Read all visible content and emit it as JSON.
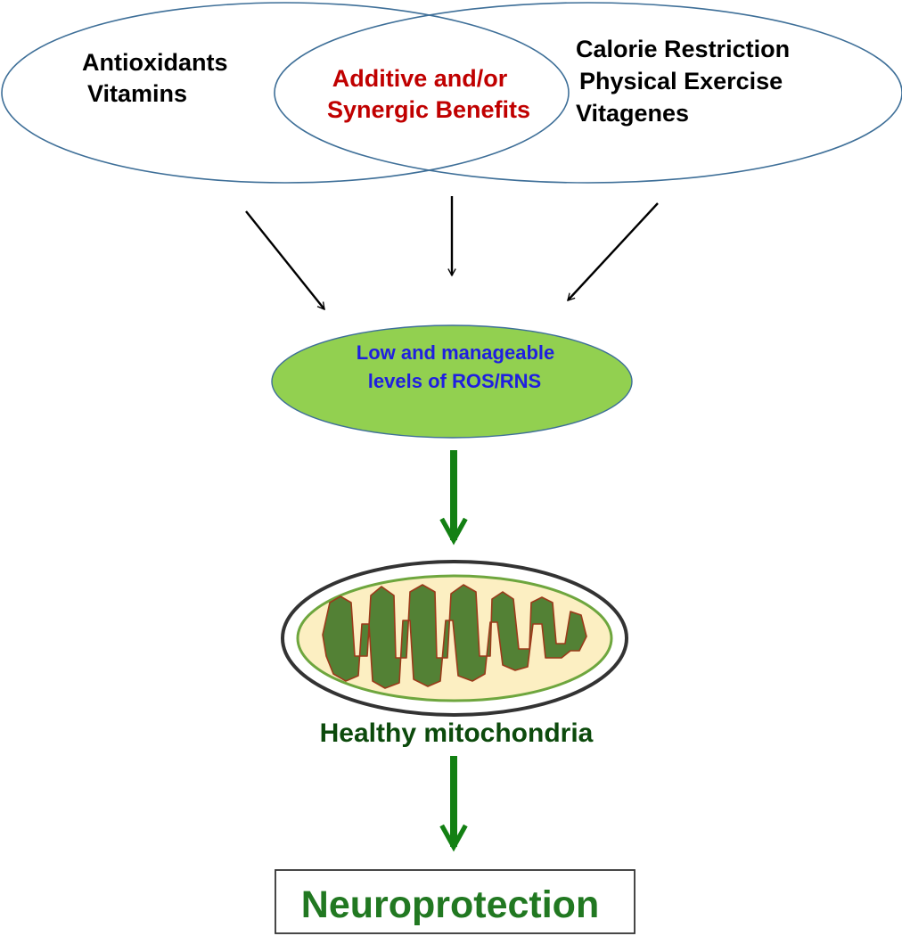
{
  "left_circle": {
    "lines": [
      "Antioxidants",
      "Vitamins"
    ]
  },
  "overlap": {
    "lines": [
      "Additive and/or",
      "Synergic Benefits"
    ]
  },
  "right_circle": {
    "lines": [
      "Calorie Restriction",
      "Physical Exercise",
      "Vitagenes"
    ]
  },
  "middle_node": {
    "lines": [
      "Low and manageable",
      "levels of ROS/RNS"
    ]
  },
  "mito_label": "Healthy mitochondria",
  "result": "Neuroprotection",
  "colors": {
    "outline_blue": "#3e6f98",
    "node_fill": "#92d050",
    "node_text": "#1f1fe0",
    "overlap_text": "#c00000",
    "arrow_green": "#138013",
    "mito_outer": "#333333",
    "mito_membrane": "#6ea63e",
    "mito_matrix": "#fcefc2",
    "mito_cristae": "#538135",
    "cristae_edge": "#9b3a1a",
    "result_text": "#217821"
  }
}
